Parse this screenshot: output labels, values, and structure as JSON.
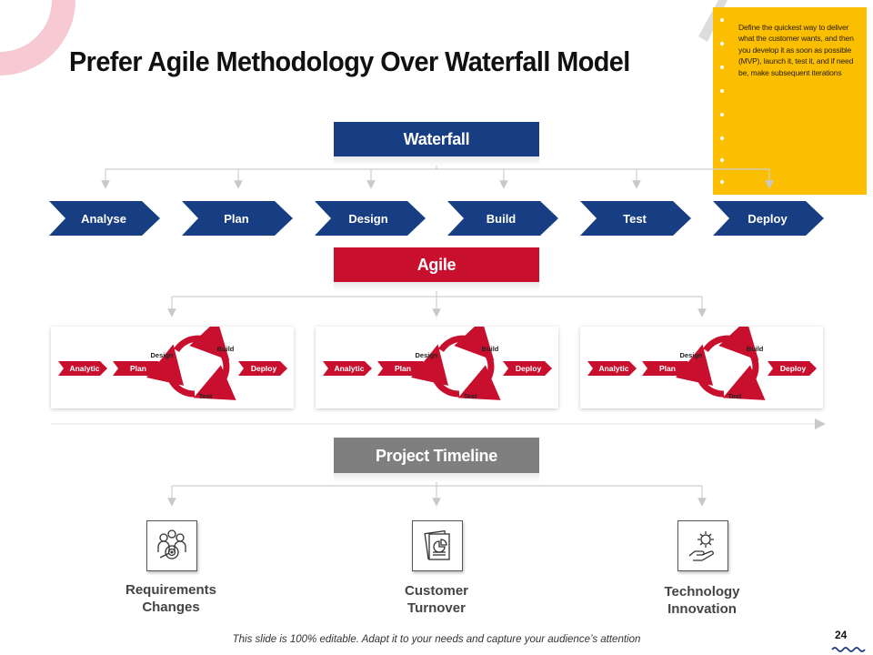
{
  "slide": {
    "title": "Prefer Agile Methodology Over Waterfall Model",
    "footer": "This slide is 100% editable. Adapt it to your needs and capture your audience’s attention",
    "page_number": "24"
  },
  "note": {
    "text": "Define the quickest way to deliver what the customer wants, and then you develop it as soon as possible (MVP), launch it, test it, and if need be, make subsequent iterations"
  },
  "waterfall": {
    "label": "Waterfall",
    "steps": [
      "Analyse",
      "Plan",
      "Design",
      "Build",
      "Test",
      "Deploy"
    ]
  },
  "agile": {
    "label": "Agile",
    "cards": [
      {
        "analytic": "Analytic",
        "plan": "Plan",
        "design": "Design",
        "build": "Build",
        "test": "Test",
        "deploy": "Deploy"
      },
      {
        "analytic": "Analytic",
        "plan": "Plan",
        "design": "Design",
        "build": "Build",
        "test": "Test",
        "deploy": "Deploy"
      },
      {
        "analytic": "Analytic",
        "plan": "Plan",
        "design": "Design",
        "build": "Build",
        "test": "Test",
        "deploy": "Deploy"
      }
    ]
  },
  "timeline": {
    "label": "Project Timeline",
    "items": [
      {
        "label_line1": "Requirements",
        "label_line2": "Changes",
        "icon": "team-target-icon"
      },
      {
        "label_line1": "Customer",
        "label_line2": "Turnover",
        "icon": "documents-chart-icon"
      },
      {
        "label_line1": "Technology",
        "label_line2": "Innovation",
        "icon": "hand-gear-icon"
      }
    ]
  },
  "colors": {
    "navy": "#173d82",
    "red": "#c8102e",
    "gray": "#7f7f7f",
    "yellow": "#fbbe00",
    "pink": "#f7c9d3"
  }
}
